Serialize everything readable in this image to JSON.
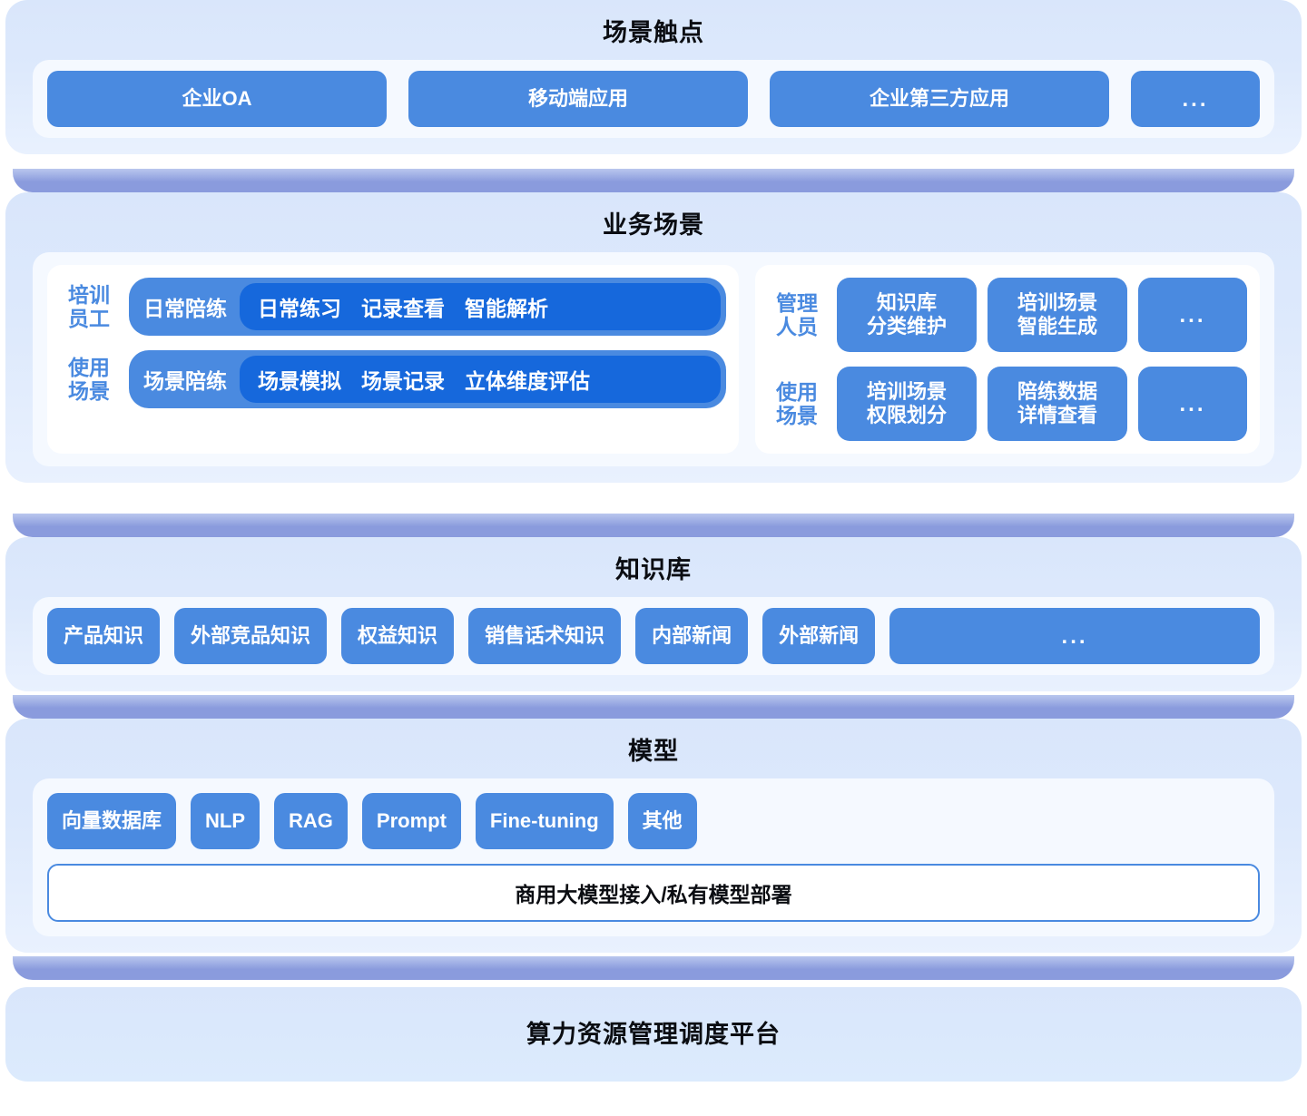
{
  "diagram": {
    "title": "场景触点",
    "layers": [
      {
        "id": "touchpoints",
        "title": "场景触点",
        "items": [
          {
            "label": "企业OA"
          },
          {
            "label": "移动端应用"
          },
          {
            "label": "企业第三方应用"
          },
          {
            "label": "..."
          }
        ]
      },
      {
        "id": "business",
        "title": "业务场景",
        "left": {
          "rows": [
            {
              "role": "培训\n员工",
              "head": "日常陪练",
              "tags": [
                "日常练习",
                "记录查看",
                "智能解析"
              ]
            },
            {
              "role": "使用\n场景",
              "head": "场景陪练",
              "tags": [
                "场景模拟",
                "场景记录",
                "立体维度评估"
              ]
            }
          ]
        },
        "right": {
          "rows": [
            {
              "role": "管理\n人员",
              "items": [
                "知识库\n分类维护",
                "培训场景\n智能生成"
              ],
              "more": "..."
            },
            {
              "role": "使用\n场景",
              "items": [
                "培训场景\n权限划分",
                "陪练数据\n详情查看"
              ],
              "more": "..."
            }
          ]
        }
      },
      {
        "id": "knowledge",
        "title": "知识库",
        "items": [
          {
            "label": "产品知识"
          },
          {
            "label": "外部竞品知识"
          },
          {
            "label": "权益知识"
          },
          {
            "label": "销售话术知识"
          },
          {
            "label": "内部新闻"
          },
          {
            "label": "外部新闻"
          },
          {
            "label": "..."
          }
        ]
      },
      {
        "id": "model",
        "title": "模型",
        "items": [
          {
            "label": "向量数据库"
          },
          {
            "label": "NLP"
          },
          {
            "label": "RAG"
          },
          {
            "label": "Prompt"
          },
          {
            "label": "Fine-tuning"
          },
          {
            "label": "其他"
          }
        ],
        "deploy": "商用大模型接入/私有模型部署"
      },
      {
        "id": "compute",
        "title": "算力资源管理调度平台"
      }
    ],
    "colors": {
      "pill": "#4a8ae0",
      "pill_dark": "#1668dc",
      "card_bg": "#d9e6fb",
      "panel_bg": "#f5f9ff",
      "slab": "#8a9bdd",
      "label_text": "#4a8ae0",
      "title_text": "#0b0d12"
    }
  }
}
